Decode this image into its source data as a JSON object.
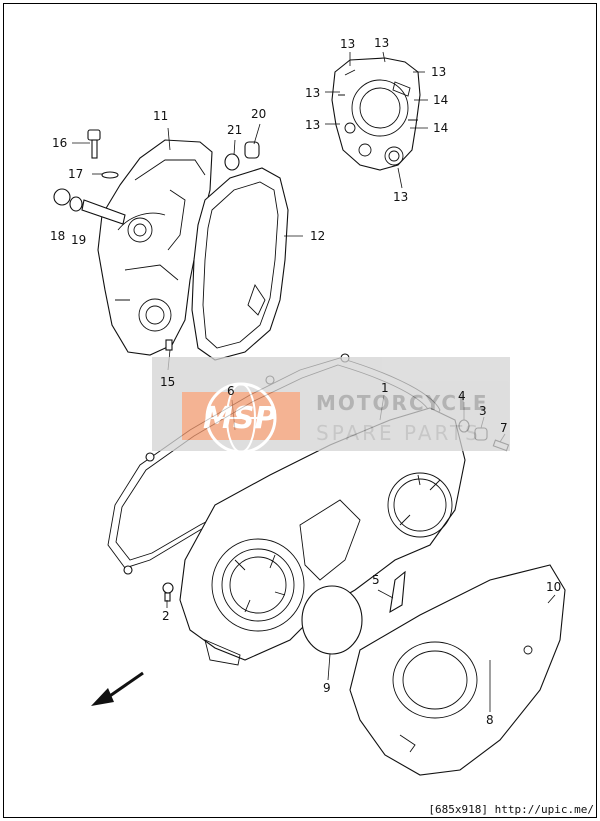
{
  "diagram": {
    "labels": [
      {
        "id": "1",
        "text": "1"
      },
      {
        "id": "2",
        "text": "2"
      },
      {
        "id": "3",
        "text": "3"
      },
      {
        "id": "4",
        "text": "4"
      },
      {
        "id": "5",
        "text": "5"
      },
      {
        "id": "6",
        "text": "6"
      },
      {
        "id": "7",
        "text": "7"
      },
      {
        "id": "8",
        "text": "8"
      },
      {
        "id": "9",
        "text": "9"
      },
      {
        "id": "10",
        "text": "10"
      },
      {
        "id": "11",
        "text": "11"
      },
      {
        "id": "12",
        "text": "12"
      },
      {
        "id": "13a",
        "text": "13"
      },
      {
        "id": "13b",
        "text": "13"
      },
      {
        "id": "13c",
        "text": "13"
      },
      {
        "id": "13d",
        "text": "13"
      },
      {
        "id": "13e",
        "text": "13"
      },
      {
        "id": "13f",
        "text": "13"
      },
      {
        "id": "14a",
        "text": "14"
      },
      {
        "id": "14b",
        "text": "14"
      },
      {
        "id": "15",
        "text": "15"
      },
      {
        "id": "16",
        "text": "16"
      },
      {
        "id": "17",
        "text": "17"
      },
      {
        "id": "18",
        "text": "18"
      },
      {
        "id": "19",
        "text": "19"
      },
      {
        "id": "20",
        "text": "20"
      },
      {
        "id": "21",
        "text": "21"
      }
    ]
  },
  "watermark": {
    "logo": "MSP",
    "line1": "MOTORCYCLE",
    "line2": "SPARE PARTS"
  },
  "footer": {
    "text": "[685x918] http://upic.me/"
  }
}
